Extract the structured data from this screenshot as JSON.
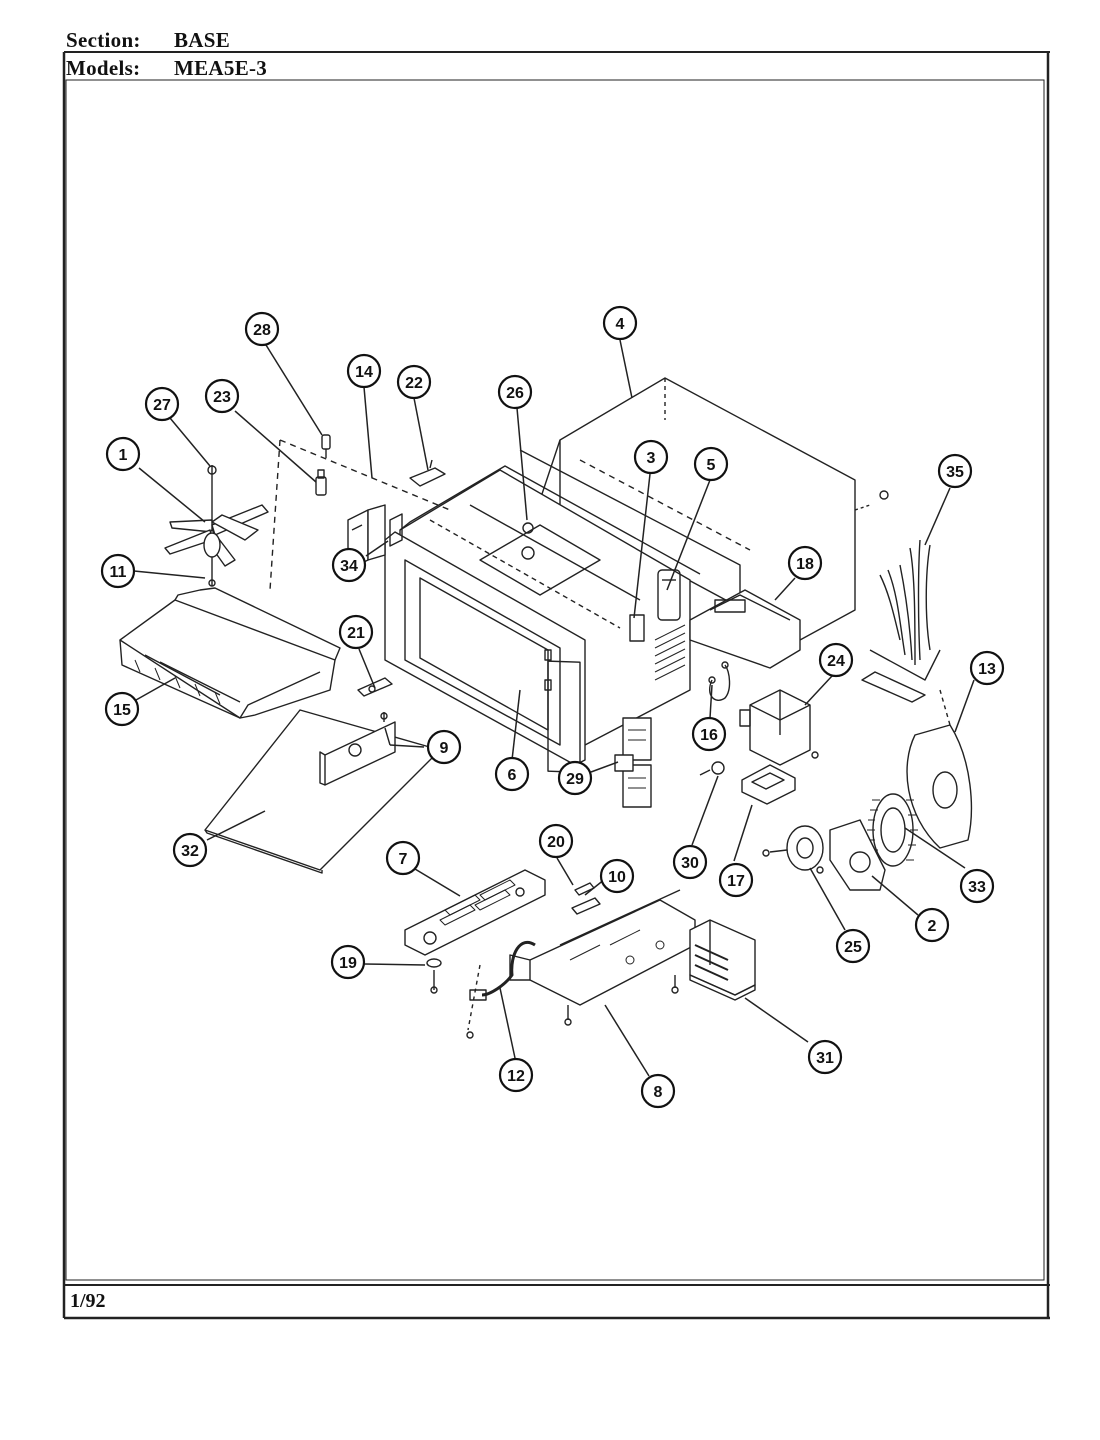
{
  "header": {
    "section_label": "Section:",
    "section_value": "BASE",
    "models_label": "Models:",
    "models_value": "MEA5E-3"
  },
  "footer": {
    "date": "1/92"
  },
  "callouts": [
    "1",
    "2",
    "3",
    "4",
    "5",
    "6",
    "7",
    "8",
    "9",
    "10",
    "11",
    "12",
    "13",
    "14",
    "15",
    "16",
    "17",
    "18",
    "19",
    "20",
    "21",
    "22",
    "23",
    "24",
    "25",
    "26",
    "27",
    "28",
    "29",
    "30",
    "31",
    "32",
    "33",
    "34",
    "35"
  ]
}
